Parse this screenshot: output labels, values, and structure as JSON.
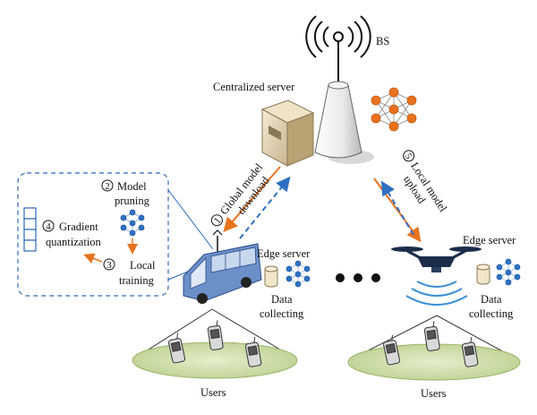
{
  "labels": {
    "bs": "BS",
    "centralized_server": "Centralized server",
    "model": "Model",
    "pruning": "pruning",
    "gradient": "Gradient",
    "quantization": "quantization",
    "local": "Local",
    "training": "training",
    "global_model": "Global model",
    "download": "download",
    "local_model": "Local model",
    "upload": "upload",
    "edge_server": "Edge server",
    "data": "Data",
    "collecting": "collecting",
    "users": "Users"
  },
  "steps": {
    "s1": "1",
    "s2": "2",
    "s3": "3",
    "s4": "4",
    "s5": "5"
  },
  "colors": {
    "orange": "#E8731E",
    "blue": "#2F6FC2",
    "node": "#2F72C4",
    "node_orange": "#E8731E",
    "dashed_box": "#2E69B8",
    "ground": "#CFDFA9",
    "bus": "#6B90C9"
  }
}
